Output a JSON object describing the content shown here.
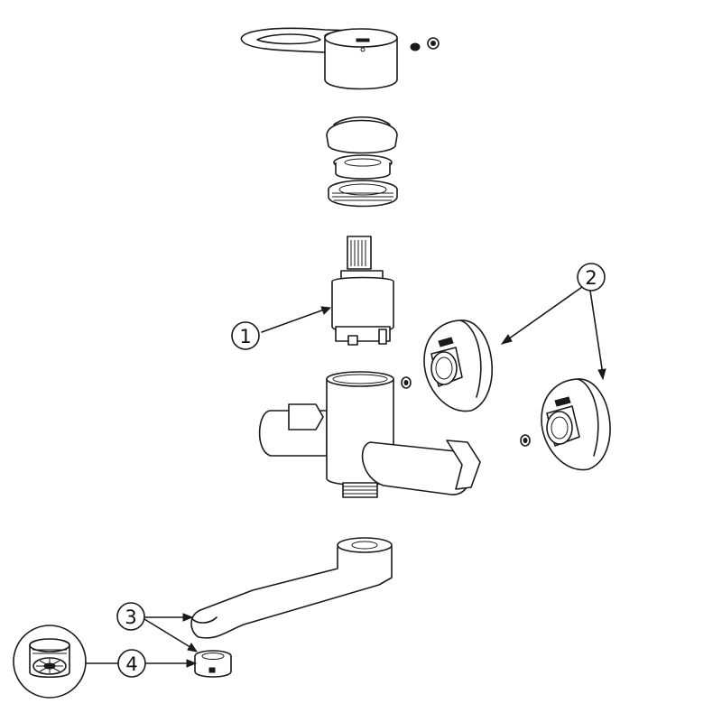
{
  "callouts": [
    {
      "number": "1",
      "part": "cartridge"
    },
    {
      "number": "2",
      "part": "eccentric-connector-with-flange"
    },
    {
      "number": "3",
      "part": "swivel-spout"
    },
    {
      "number": "4",
      "part": "aerator"
    }
  ],
  "colors": {
    "line": "#1a1a1a",
    "background": "#ffffff"
  }
}
